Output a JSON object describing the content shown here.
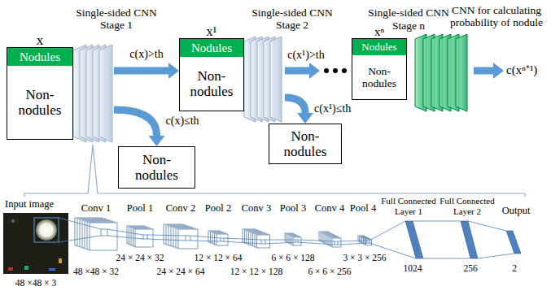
{
  "diagram": {
    "nodes": [
      {
        "text": [
          "x",
          "Non-nodules"
        ]
      },
      {
        "text": [
          "Nodules"
        ],
        "in": 0
      },
      {
        "text": [
          "Single-sided CNN Stage 1"
        ]
      },
      {
        "text": [
          "Non-nodules"
        ]
      },
      {
        "text": [
          "x¹",
          "Non-nodules"
        ]
      },
      {
        "text": [
          "Nodules"
        ],
        "in": 4
      },
      {
        "text": [
          "Single-sided CNN Stage 2"
        ]
      },
      {
        "text": [
          "Non-nodules"
        ]
      },
      {
        "text": [
          "xⁿ",
          "Non-nodules"
        ]
      },
      {
        "text": [
          "Nodules"
        ],
        "in": 8
      },
      {
        "text": [
          "CNN for calculating probability of nodule"
        ]
      }
    ],
    "edges": [
      {
        "from": 2,
        "to": 4,
        "label": "c(x)>th",
        "arrow": "to"
      },
      {
        "from": 2,
        "to": 3,
        "label": "c(x)≤th",
        "arrow": "to"
      },
      {
        "from": 6,
        "to": 7,
        "label": "c(x¹)≤th",
        "arrow": "to"
      }
    ],
    "labels": [
      "Single-sided CNN Stage n",
      "c(x¹)>th",
      "c(xⁿ⁺¹)",
      "Input image",
      "Conv 1",
      "Pool 1",
      "Conv 2",
      "Pool 2",
      "Conv 3",
      "Pool 3",
      "Conv 4",
      "Pool 4",
      "Full Connected Layer 1",
      "Full Connected Layer 2",
      "Output",
      "48 ×48 × 3",
      "48 ×48 × 32",
      "24 × 24 × 32",
      "24 × 24 × 64",
      "12 × 12 × 64",
      "12 × 12 × 128",
      "6 × 6 × 128",
      "6 × 6 × 256",
      "3 × 3 × 256",
      "1024",
      "256",
      "2"
    ]
  }
}
